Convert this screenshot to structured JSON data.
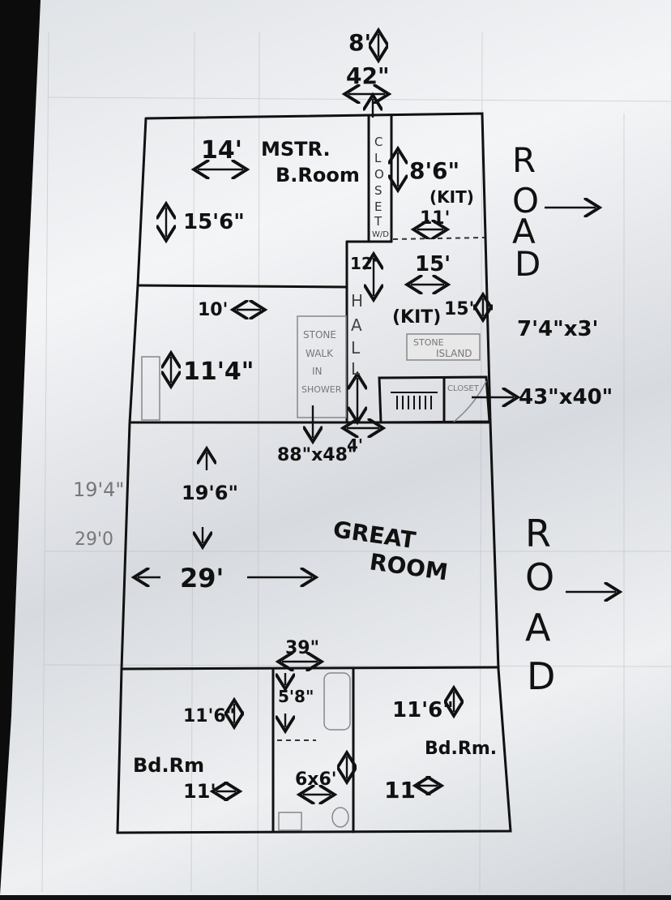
{
  "labels": {
    "top_height": "8'",
    "top_width": "42\"",
    "master_width": "14'",
    "master_name_1": "MSTR.",
    "master_name_2": "B.Room",
    "master_depth": "15'6\"",
    "closet_vertical": [
      "C",
      "L",
      "O",
      "S",
      "E",
      "T"
    ],
    "closet_wd": "W/D",
    "kit_top_depth": "8'6\"",
    "kit_top_label": "(KIT)",
    "kit_top_width": "11'",
    "road_top": [
      "R",
      "O",
      "A",
      "D"
    ],
    "hall_depth": "12'",
    "hall_vertical": [
      "H",
      "A",
      "L",
      "L"
    ],
    "kit_width": "15'",
    "kit_label": "(KIT)",
    "kit_depth": "15'",
    "island_dim": "7'4\"x3'",
    "island_1": "STONE",
    "island_2": "ISLAND",
    "bath_width": "10'",
    "bath_depth": "11'4\"",
    "shower_1": "STONE",
    "shower_2": "WALK",
    "shower_3": "IN",
    "shower_4": "SHOWER",
    "stair_closet": "CLOSET",
    "stair_closet_dim": "43\"x40\"",
    "shower_dim": "88\"x48\"",
    "hall_width": "4'",
    "great_depth": "19'6\"",
    "great_1": "GREAT",
    "great_2": "ROOM",
    "great_width": "29'",
    "road_bottom": [
      "R",
      "O",
      "A",
      "D"
    ],
    "mid_bath_width": "39\"",
    "mid_bath_depth": "5'8\"",
    "mid_bath_size": "6x6'",
    "bed_left_depth": "11'6\"",
    "bed_left_name": "Bd.Rm",
    "bed_left_width": "11'",
    "bed_right_depth": "11'6\"",
    "bed_right_name": "Bd.Rm.",
    "bed_right_width": "11'",
    "pencil_left_1": "19'4\"",
    "pencil_left_2": "29'0"
  }
}
